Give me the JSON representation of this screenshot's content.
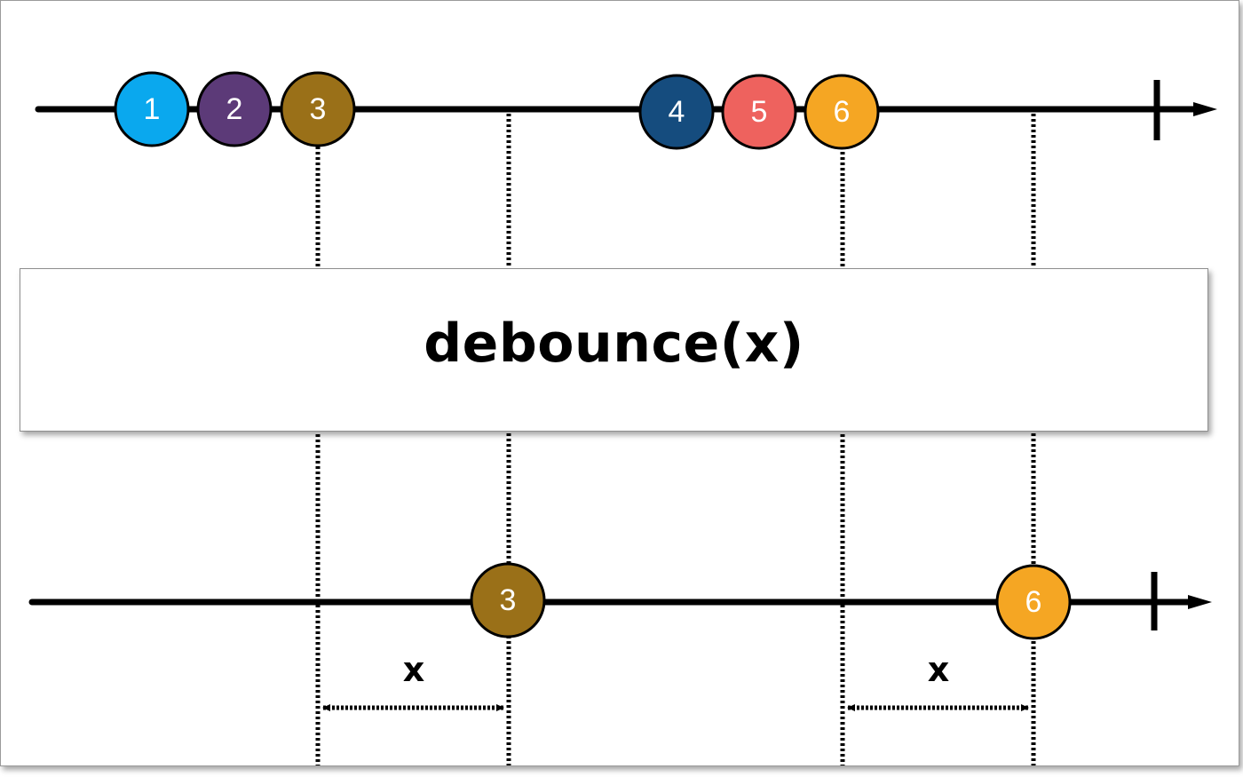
{
  "operator": {
    "label": "debounce(x)"
  },
  "input_stream": {
    "marbles": [
      {
        "label": "1",
        "color": "#0aa8ee"
      },
      {
        "label": "2",
        "color": "#5c3a78"
      },
      {
        "label": "3",
        "color": "#9a7018"
      },
      {
        "label": "4",
        "color": "#154c7e"
      },
      {
        "label": "5",
        "color": "#ee625e"
      },
      {
        "label": "6",
        "color": "#f5a623"
      }
    ]
  },
  "output_stream": {
    "marbles": [
      {
        "label": "3",
        "color": "#9a7018"
      },
      {
        "label": "6",
        "color": "#f5a623"
      }
    ]
  },
  "intervals": [
    {
      "label": "x"
    },
    {
      "label": "x"
    }
  ]
}
